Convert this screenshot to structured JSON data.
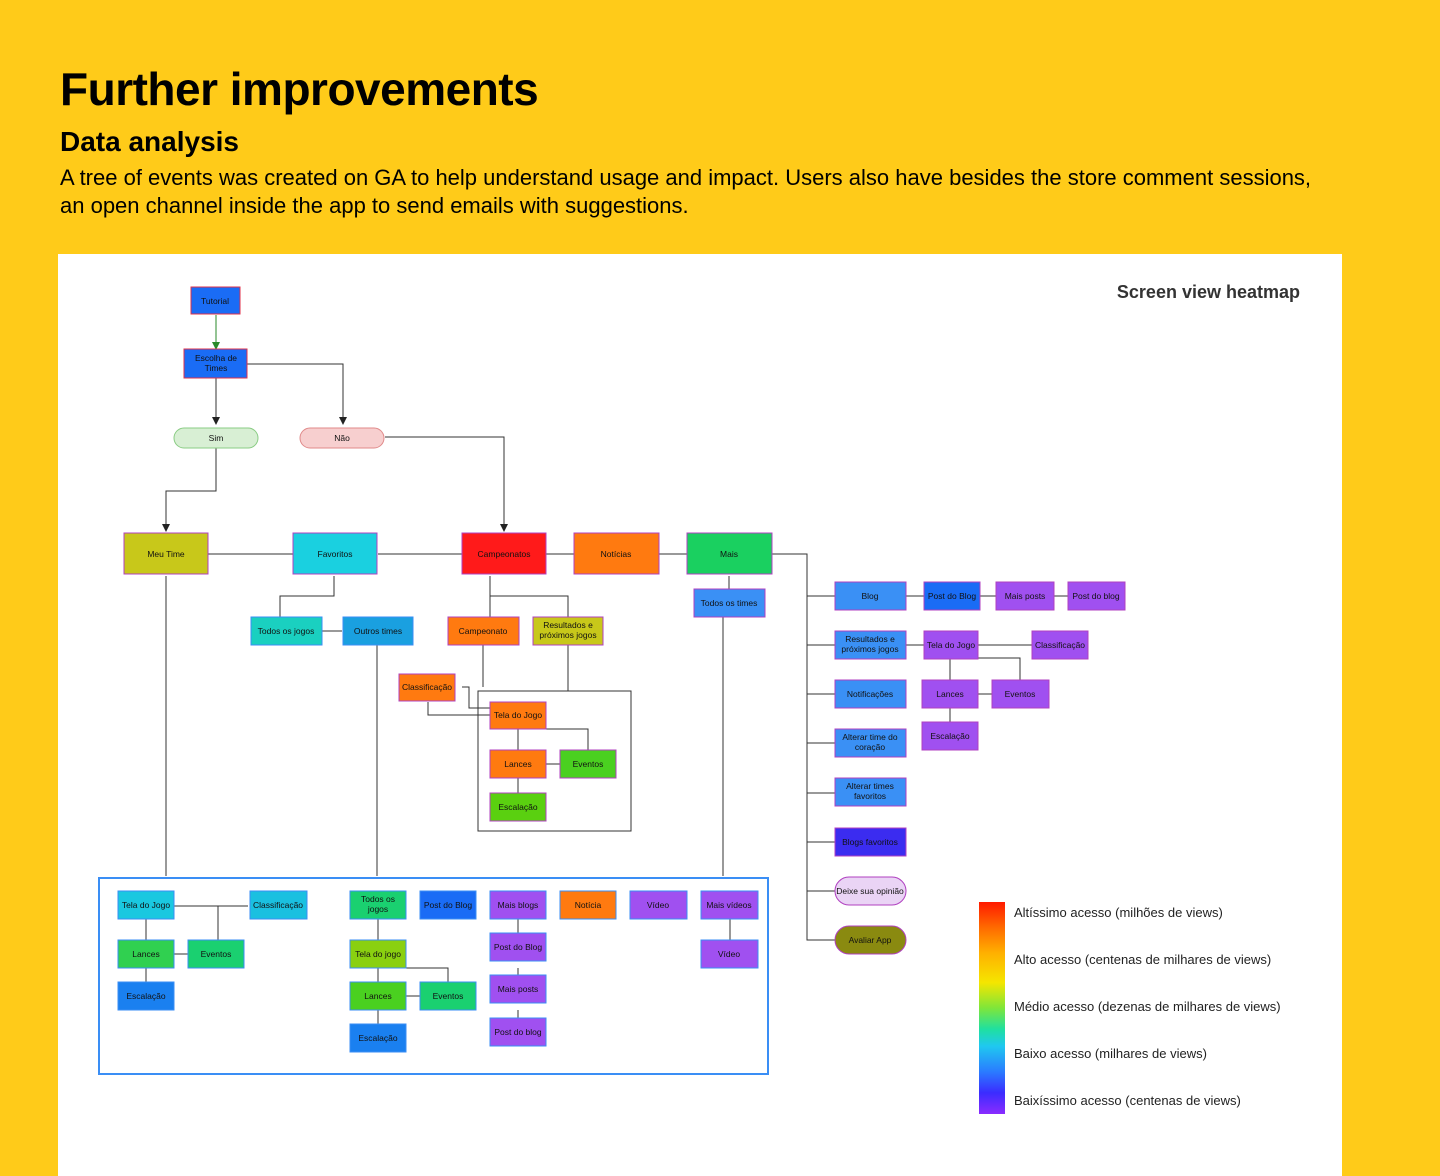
{
  "header": {
    "title": "Further improvements",
    "subtitle": "Data analysis",
    "description": "A tree of events was created on GA to help understand usage and impact. Users also have besides the store comment sessions, an open channel inside the app to send emails with suggestions."
  },
  "heatmap": {
    "title": "Screen view heatmap",
    "legend": [
      "Altíssimo acesso (milhões de views)",
      "Alto acesso (centenas de milhares de views)",
      "Médio acesso (dezenas de milhares de views)",
      "Baixo acesso (milhares de views)",
      "Baixíssimo acesso (centenas de views)"
    ]
  },
  "colors": {
    "background": "#FFCB19",
    "very_high": "#FF1A1A",
    "high": "#FF8A1A",
    "medium": "#C8C81A",
    "low": "#1AD4E0",
    "very_low": "#A050F0"
  },
  "nodes": {
    "tutorial": "Tutorial",
    "escolha": "Escolha de Times",
    "sim": "Sim",
    "nao": "Não",
    "meu_time": "Meu Time",
    "favoritos": "Favoritos",
    "campeonatos": "Campeonatos",
    "noticias": "Notícias",
    "mais": "Mais",
    "todos_os_jogos": "Todos os jogos",
    "outros_times": "Outros times",
    "campeonato": "Campeonato",
    "resultados": "Resultados e próximos jogos",
    "classificacao": "Classificação",
    "tela_do_jogo": "Tela do Jogo",
    "lances": "Lances",
    "eventos": "Eventos",
    "escalacao": "Escalação",
    "todos_os_times": "Todos os times",
    "blog": "Blog",
    "post_do_blog_cap": "Post do Blog",
    "mais_posts": "Mais posts",
    "post_do_blog": "Post do blog",
    "resultados_mais": "Resultados e próximos jogos",
    "notificacoes": "Notificações",
    "alterar_coracao": "Alterar time do coração",
    "alterar_favoritos": "Alterar times favoritos",
    "blogs_favoritos": "Blogs favoritos",
    "deixe_opiniao": "Deixe sua opinião",
    "avaliar_app": "Avaliar App",
    "todos_jogos_bottom": "Todos os jogos",
    "tela_do_jogo_lower": "Tela do jogo",
    "mais_blogs": "Mais blogs",
    "noticia": "Notícia",
    "video": "Vídeo",
    "mais_videos": "Mais vídeos"
  }
}
